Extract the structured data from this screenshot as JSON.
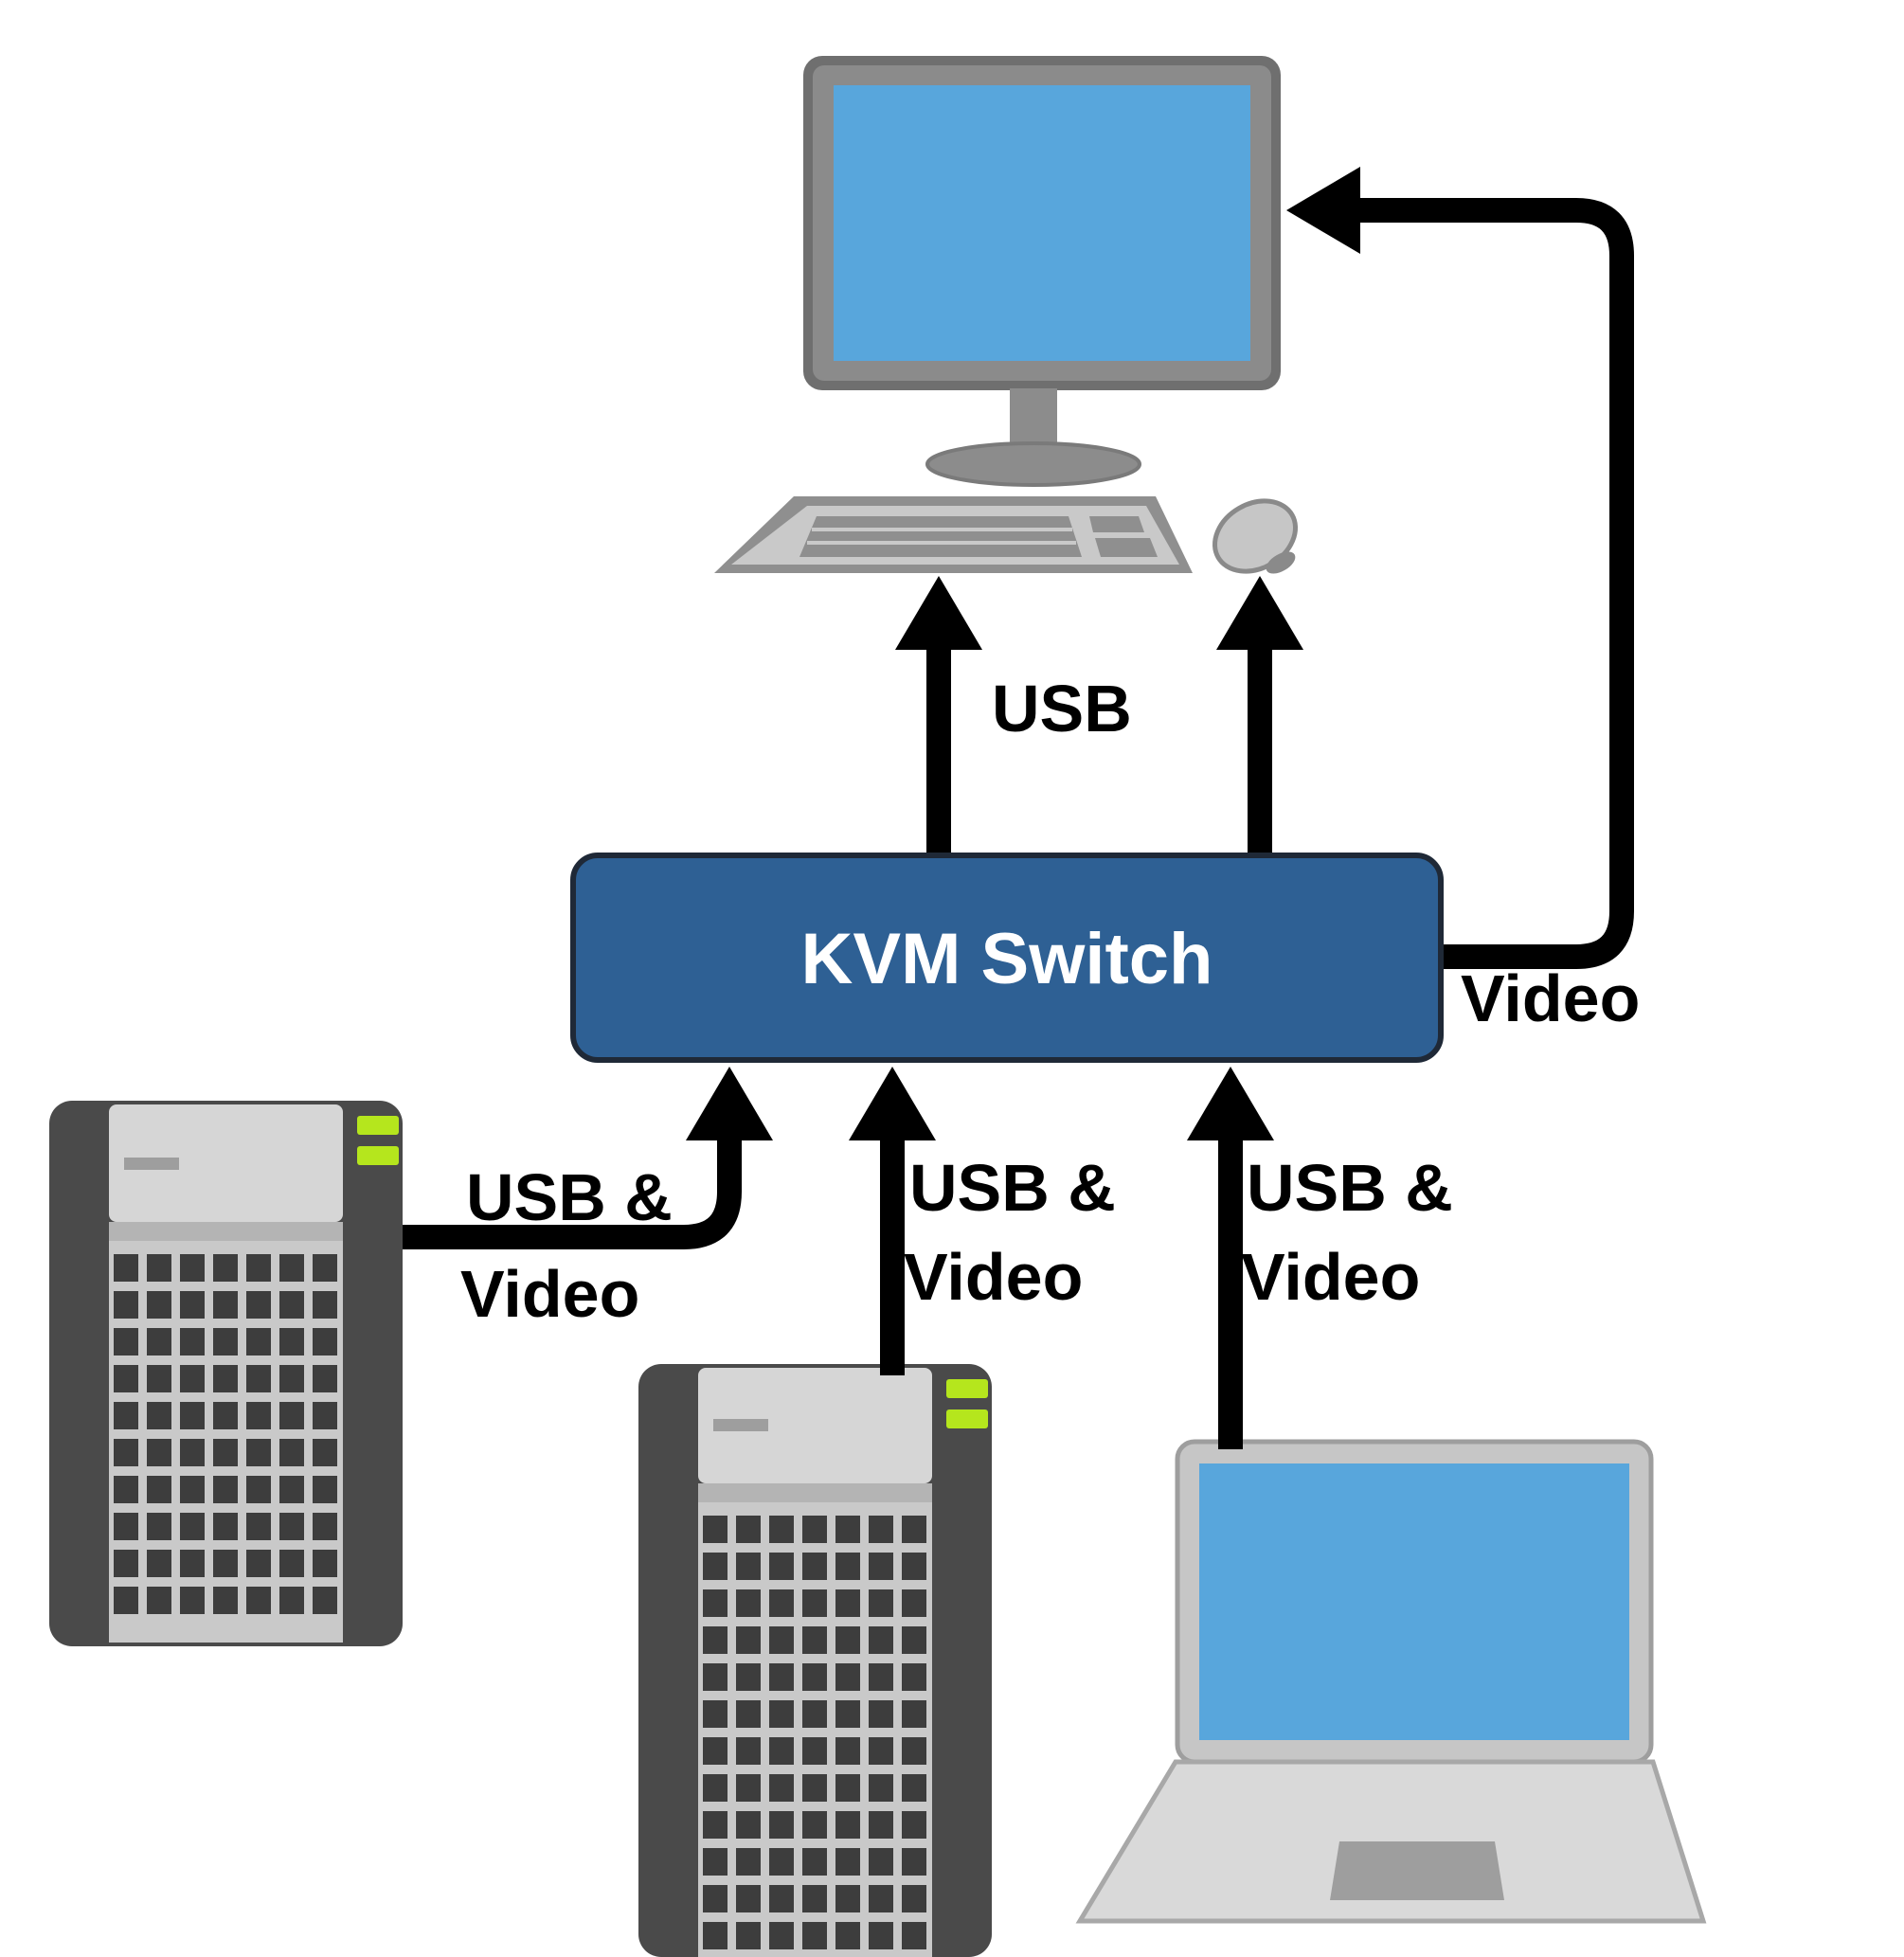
{
  "diagram": {
    "type": "network-topology",
    "nodes": {
      "kvm": {
        "id": "kvm-switch",
        "label": "KVM Switch"
      },
      "monitor": {
        "id": "monitor"
      },
      "keyboard": {
        "id": "keyboard"
      },
      "mouse": {
        "id": "mouse"
      },
      "server1": {
        "id": "server-1"
      },
      "server2": {
        "id": "server-2"
      },
      "laptop": {
        "id": "laptop"
      }
    },
    "links": {
      "kvm_to_keyboard": {
        "from": "kvm-switch",
        "to": "keyboard",
        "label": "USB"
      },
      "kvm_to_mouse": {
        "from": "kvm-switch",
        "to": "mouse"
      },
      "kvm_to_monitor": {
        "from": "kvm-switch",
        "to": "monitor",
        "label": "Video"
      },
      "server1_to_kvm": {
        "from": "server-1",
        "to": "kvm-switch",
        "label_line1": "USB &",
        "label_line2": "Video"
      },
      "server2_to_kvm": {
        "from": "server-2",
        "to": "kvm-switch",
        "label_line1": "USB &",
        "label_line2": "Video"
      },
      "laptop_to_kvm": {
        "from": "laptop",
        "to": "kvm-switch",
        "label_line1": "USB &",
        "label_line2": "Video"
      }
    },
    "colors": {
      "kvm_fill": "#2E6094",
      "kvm_border": "#1F2937",
      "kvm_text": "#FFFFFF",
      "screen_blue": "#58A6DC",
      "arrow": "#000000",
      "led_green": "#B5E61D",
      "server_dark": "#4A4A4A",
      "server_light": "#C9C9C9",
      "device_gray": "#8C8C8C"
    }
  }
}
